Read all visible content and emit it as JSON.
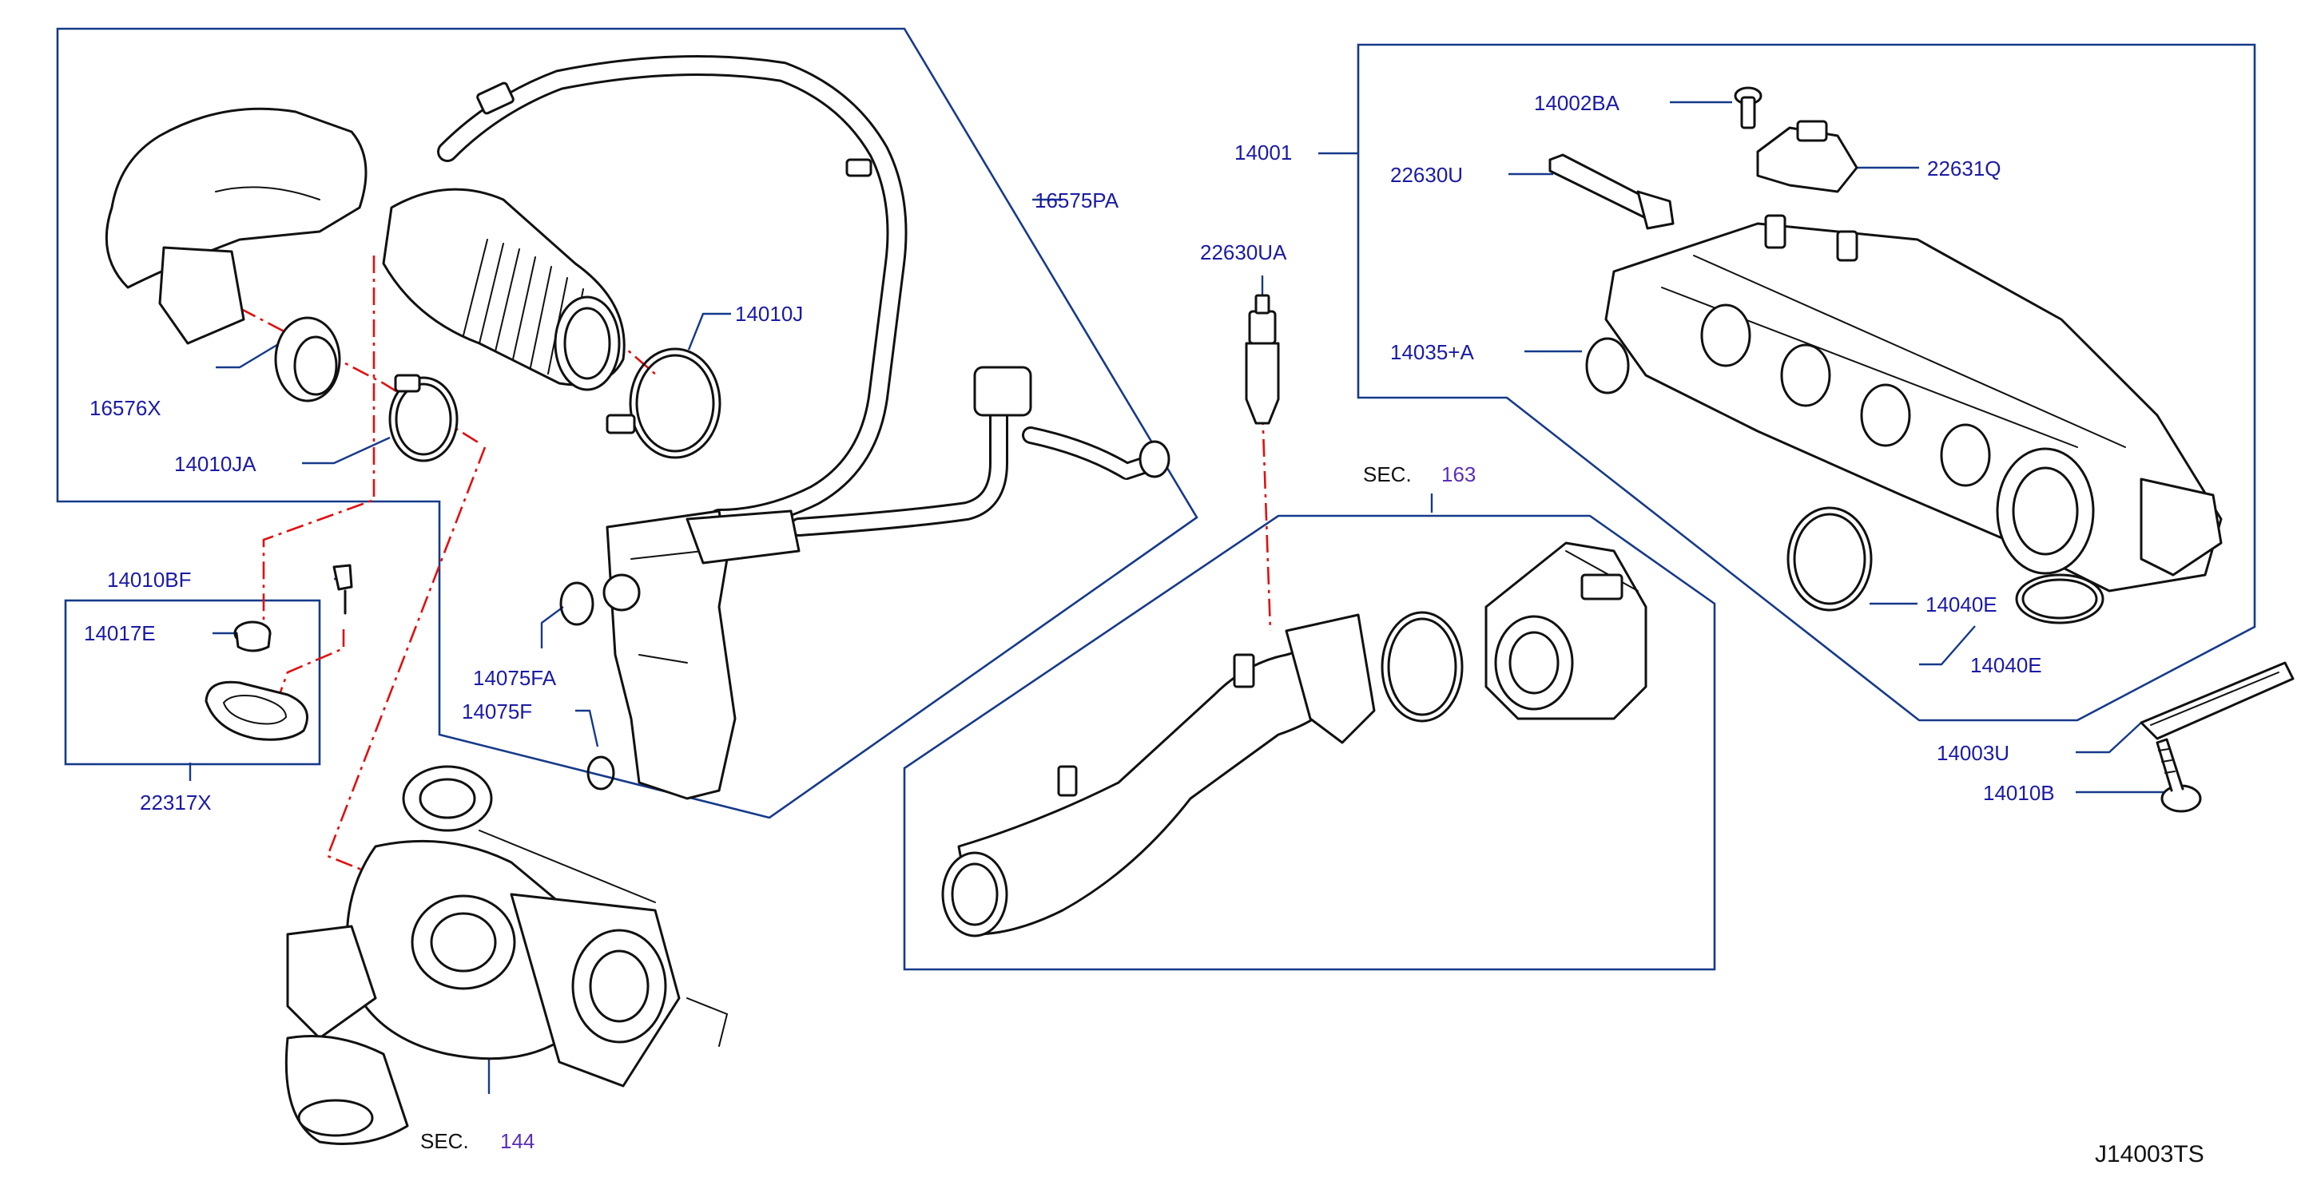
{
  "diagram_code": "J14003TS",
  "labels": {
    "p16575PA": "16575PA",
    "p14010J": "14010J",
    "p16576X": "16576X",
    "p14010JA": "14010JA",
    "p14010BF": "14010BF",
    "p14017E": "14017E",
    "p22317X": "22317X",
    "p14075FA": "14075FA",
    "p14075F": "14075F",
    "p22630UA": "22630UA",
    "p14001": "14001",
    "p14002BA": "14002BA",
    "p22630U": "22630U",
    "p22631Q": "22631Q",
    "p14035A": "14035+A",
    "p14040E_a": "14040E",
    "p14040E_b": "14040E",
    "p14003U": "14003U",
    "p14010B": "14010B"
  },
  "sections": {
    "sec163": {
      "prefix": "SEC.",
      "number": "163"
    },
    "sec144": {
      "prefix": "SEC.",
      "number": "144"
    }
  },
  "colors": {
    "label": "#1a1aa6",
    "frame": "#163a8a",
    "centerline": "#e01010",
    "line_art": "#111111"
  }
}
